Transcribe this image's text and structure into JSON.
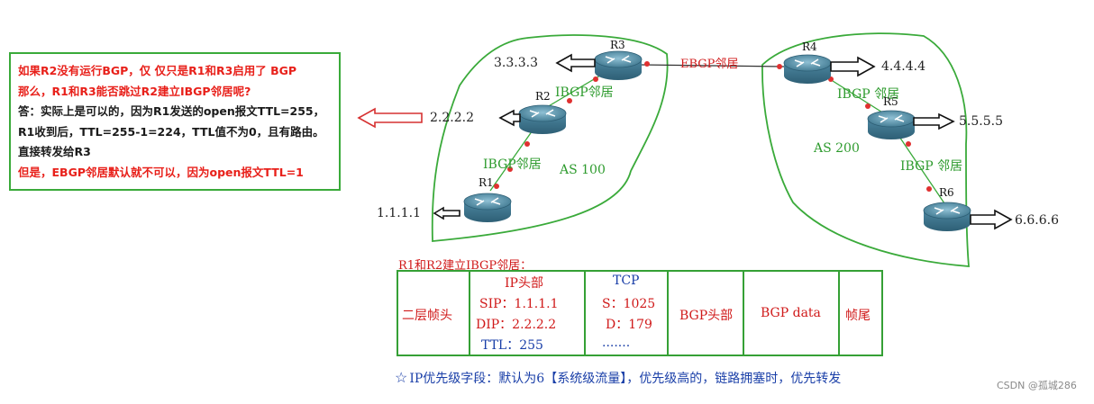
{
  "note": {
    "lines": [
      {
        "text": "如果R2没有运行BGP，仅  仅只是R1和R3启用了 BGP",
        "color": "#e8201a"
      },
      {
        "text": "那么，R1和R3能否跳过R2建立IBGP邻居呢?",
        "color": "#e8201a"
      },
      {
        "text": "答：实际上是可以的，因为R1发送的open报文TTL=255，",
        "color": "#1a1a1a"
      },
      {
        "text": "R1收到后，TTL=255-1=224，TTL值不为0，且有路由。",
        "color": "#1a1a1a"
      },
      {
        "text": "直接转发给R3",
        "color": "#1a1a1a"
      },
      {
        "text": "但是，EBGP邻居默认就不可以，因为open报文TTL=1",
        "color": "#e8201a"
      }
    ]
  },
  "routers": {
    "r1": {
      "name": "R1",
      "ip": "1.1.1.1"
    },
    "r2": {
      "name": "R2",
      "ip": "2.2.2.2"
    },
    "r3": {
      "name": "R3",
      "ip": "3.3.3.3"
    },
    "r4": {
      "name": "R4",
      "ip": "4.4.4.4"
    },
    "r5": {
      "name": "R5",
      "ip": "5.5.5.5"
    },
    "r6": {
      "name": "R6",
      "ip": "6.6.6.6"
    }
  },
  "links": {
    "ibgp_r1_r2": "IBGP邻居",
    "ibgp_r2_r3": "IBGP邻居",
    "ebgp_r3_r4": "EBGP邻居",
    "ibgp_r4_r5": "IBGP 邻居",
    "ibgp_r5_r6": "IBGP 邻居"
  },
  "as_labels": {
    "left": "AS 100",
    "right": "AS 200"
  },
  "packet": {
    "title": "R1和R2建立IBGP邻居：",
    "l2_header": "二层帧头",
    "ip_header": {
      "title": "IP头部",
      "sip": "SIP：1.1.1.1",
      "dip": "DIP：2.2.2.2",
      "ttl": "TTL：255"
    },
    "tcp": {
      "title": "TCP",
      "src": "S：1025",
      "dst": "D：179",
      "dots": "......."
    },
    "bgp_header": "BGP头部",
    "bgp_data": "BGP data",
    "trailer": "帧尾"
  },
  "footer": "IP优先级字段：默认为6【系统级流量】，优先级高的，链路拥塞时，优先转发",
  "watermark": "CSDN @孤城286",
  "colors": {
    "as_outline": "#3aaa3a",
    "link": "#3aaa3a",
    "port_dot": "#e03030",
    "router_body": "#5d95ad",
    "arrow_outline": "#d63030"
  }
}
